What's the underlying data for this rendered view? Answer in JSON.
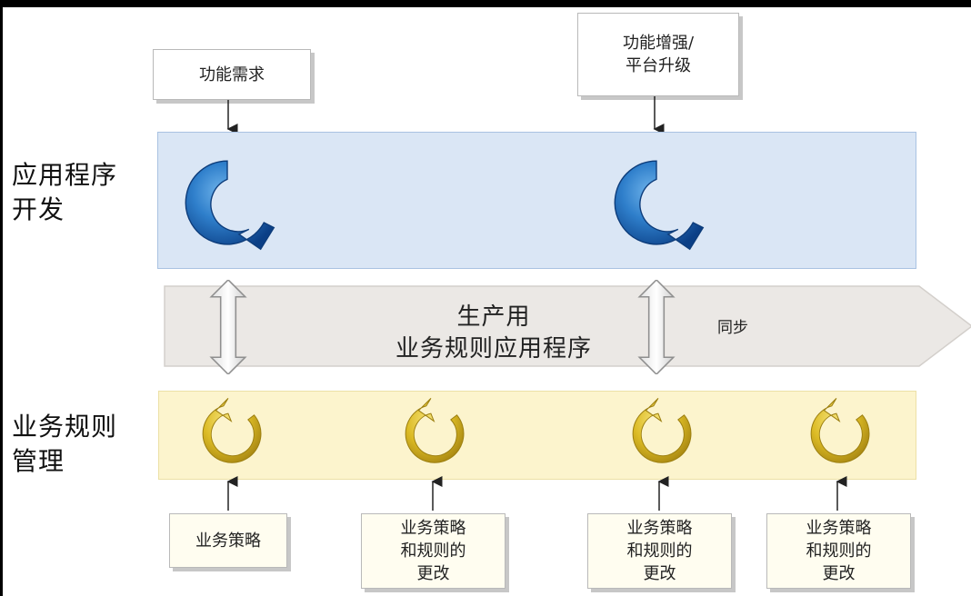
{
  "side_labels": {
    "app_dev": "应用程序\n开发",
    "rule_mgmt": "业务规则\n管理"
  },
  "top_boxes": {
    "feature_request": "功能需求",
    "enhancement": "功能增强/\n平台升级"
  },
  "production": {
    "line1": "生产用",
    "line2": "业务规则应用程序"
  },
  "sync_label": "同步",
  "bottom_boxes": {
    "policy": "业务策略",
    "change_1": "业务策略\n和规则的\n更改",
    "change_2": "业务策略\n和规则的\n更改",
    "change_3": "业务策略\n和规则的\n更改"
  },
  "colors": {
    "app_band": "#dae6f5",
    "rule_band": "#fcf4cd",
    "production_arrow": "#ebe8e5",
    "blue_cycle": "#1a5fa8",
    "gold_cycle": "#d7b51c"
  },
  "icons": {
    "app_cycles": [
      "blue-cycle-arrow-icon",
      "blue-cycle-arrow-icon"
    ],
    "rule_cycles": [
      "gold-cycle-arrow-icon",
      "gold-cycle-arrow-icon",
      "gold-cycle-arrow-icon",
      "gold-cycle-arrow-icon"
    ],
    "sync": [
      "double-arrow-icon",
      "double-arrow-icon"
    ]
  }
}
